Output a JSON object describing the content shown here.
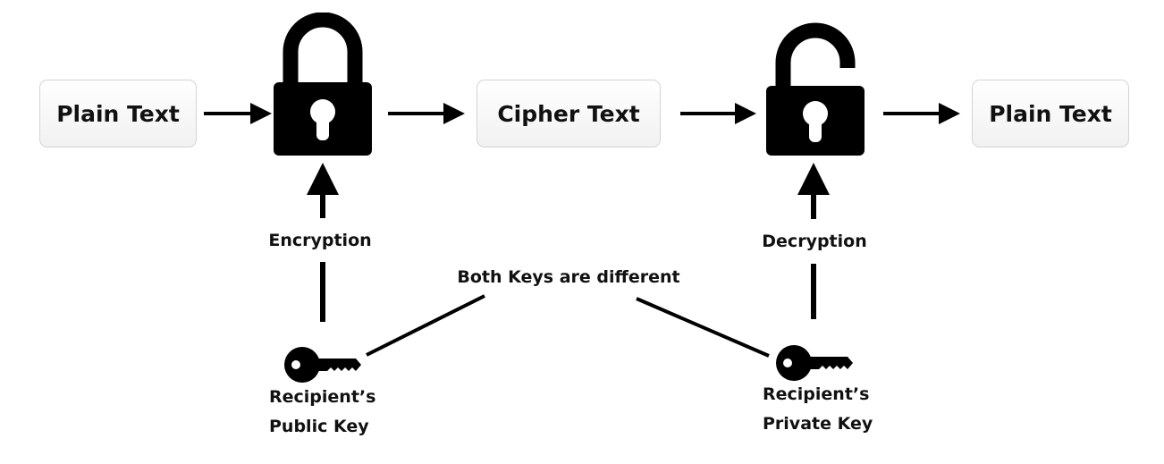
{
  "nodes": {
    "plain_text_in": "Plain Text",
    "cipher_text": "Cipher Text",
    "plain_text_out": "Plain Text"
  },
  "labels": {
    "encryption": "Encryption",
    "decryption": "Decryption",
    "both_keys_note": "Both Keys are different"
  },
  "keys": {
    "public_line1": "Recipient’s",
    "public_line2": "Public Key",
    "private_line1": "Recipient’s",
    "private_line2": "Private Key"
  },
  "icons": {
    "encrypt_lock": "closed-padlock-icon",
    "decrypt_lock": "open-padlock-icon",
    "public_key": "key-icon",
    "private_key": "key-icon"
  },
  "colors": {
    "ink": "#000000",
    "box_border": "#d4d4d4"
  }
}
